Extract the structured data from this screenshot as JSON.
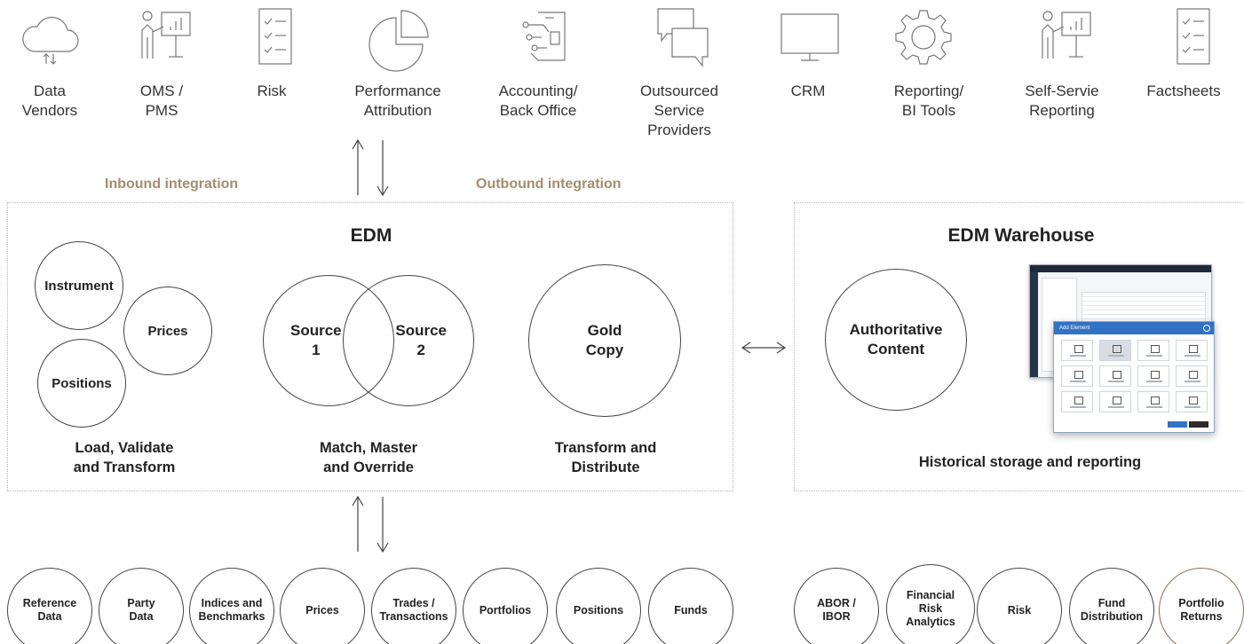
{
  "systems": [
    {
      "icon": "cloud-icon",
      "label": "Data\nVendors"
    },
    {
      "icon": "presenter-icon",
      "label": "OMS /\nPMS"
    },
    {
      "icon": "checklist-icon",
      "label": "Risk"
    },
    {
      "icon": "pie-chart-icon",
      "label": "Performance\nAttribution"
    },
    {
      "icon": "circuit-icon",
      "label": "Accounting/\nBack Office"
    },
    {
      "icon": "chat-icon",
      "label": "Outsourced\nService\nProviders"
    },
    {
      "icon": "monitor-icon",
      "label": "CRM"
    },
    {
      "icon": "gear-icon",
      "label": "Reporting/\nBI Tools"
    },
    {
      "icon": "presenter-icon",
      "label": "Self-Servie\nReporting"
    },
    {
      "icon": "checklist-icon",
      "label": "Factsheets"
    }
  ],
  "integration": {
    "inbound": "Inbound integration",
    "outbound": "Outbound integration"
  },
  "edm": {
    "title": "EDM",
    "load": {
      "circles": [
        "Instrument",
        "Prices",
        "Positions"
      ],
      "caption": "Load, Validate\nand Transform"
    },
    "match": {
      "circles": [
        "Source\n1",
        "Source\n2"
      ],
      "caption": "Match, Master\nand Override"
    },
    "transform": {
      "circle": "Gold\nCopy",
      "caption": "Transform and\nDistribute"
    }
  },
  "warehouse": {
    "title": "EDM Warehouse",
    "circle": "Authoritative\nContent",
    "caption": "Historical storage and reporting",
    "screenshot_title": "Add Element"
  },
  "sources": [
    "Reference\nData",
    "Party\nData",
    "Indices and\nBenchmarks",
    "Prices",
    "Trades /\nTransactions",
    "Portfolios",
    "Positions",
    "Funds"
  ],
  "outputs": [
    "ABOR /\nIBOR",
    "Financial\nRisk\nAnalytics",
    "Risk",
    "Fund\nDistribution",
    "Portfolio\nReturns"
  ],
  "colors": {
    "accent": "#a48d6e",
    "line": "#444444",
    "border": "#b5b5b5"
  }
}
